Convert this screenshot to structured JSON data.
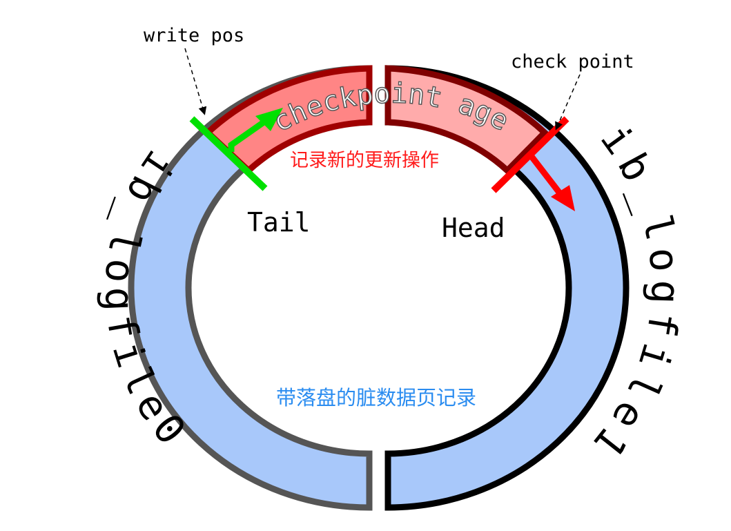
{
  "labels": {
    "write_pos": "write pos",
    "check_point": "check point",
    "checkpoint_age": "checkpoint age",
    "tail": "Tail",
    "head": "Head",
    "logfile0": "ib_logfile0",
    "logfile1": "ib_logfile1",
    "new_updates": "记录新的更新操作",
    "dirty_pages": "带落盘的脏数据页记录"
  },
  "colors": {
    "ring_fill": "#a8c8fa",
    "left_ring_stroke": "#555555",
    "right_ring_stroke": "#000000",
    "red_left_fill": "#ff8585",
    "red_right_fill": "#ffabab",
    "red_left_stroke": "#a00000",
    "red_right_stroke": "#800000",
    "write_pos_color": "#00e000",
    "check_point_color": "#ff0000",
    "new_updates_text": "#ff1a1a",
    "dirty_pages_text": "#2a8cf0"
  }
}
